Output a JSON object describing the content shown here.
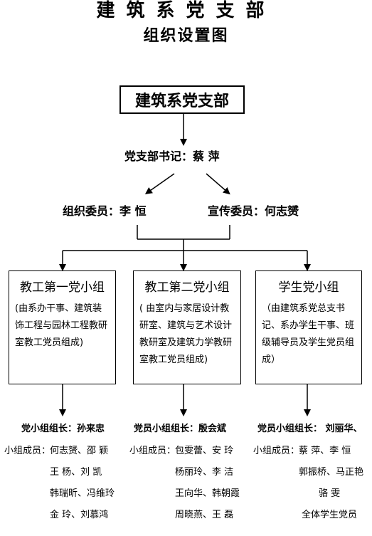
{
  "title": {
    "line1": "建筑系党支部",
    "line2": "组织设置图"
  },
  "root": {
    "label": "建筑系党支部"
  },
  "secretary": {
    "label": "党支部书记：蔡 萍"
  },
  "committee": {
    "organization": "组织委员：李  恒",
    "propaganda": "宣传委员：何志赟"
  },
  "groups": [
    {
      "title": "教工第一党小组",
      "desc": "(由系办干事、建筑装饰工程与园林工程教研室教工党员组成)",
      "leader": "党小组组长：孙来忠",
      "members_label": "小组成员：",
      "members": [
        "何志赟、邵  颖",
        "王  杨、刘  凯",
        "韩瑞昕、冯维玲",
        "金  玲、刘慕鸿"
      ]
    },
    {
      "title": "教工第二党小组",
      "desc": "( 由室内与家居设计教研室、建筑与艺术设计教研室及建筑力学教研室教工党员组成)",
      "leader": "党员小组组长：殷会斌",
      "members_label": "小组成员：",
      "members": [
        "包雯蕾、安  玲",
        "杨丽玲、李  洁",
        "王向华、韩朝霞",
        "周晓燕、王  磊"
      ]
    },
    {
      "title": "学生党小组",
      "desc": "（由建筑系党总支书记、系办学生干事、班级辅导员及学生党员组成）",
      "leader": "党员小组组长： 刘丽华、",
      "members_label": "小组成员：",
      "members": [
        "蔡  萍、李  恒",
        "郭振桥、马正艳",
        "骆  雯",
        "全体学生党员"
      ]
    }
  ]
}
